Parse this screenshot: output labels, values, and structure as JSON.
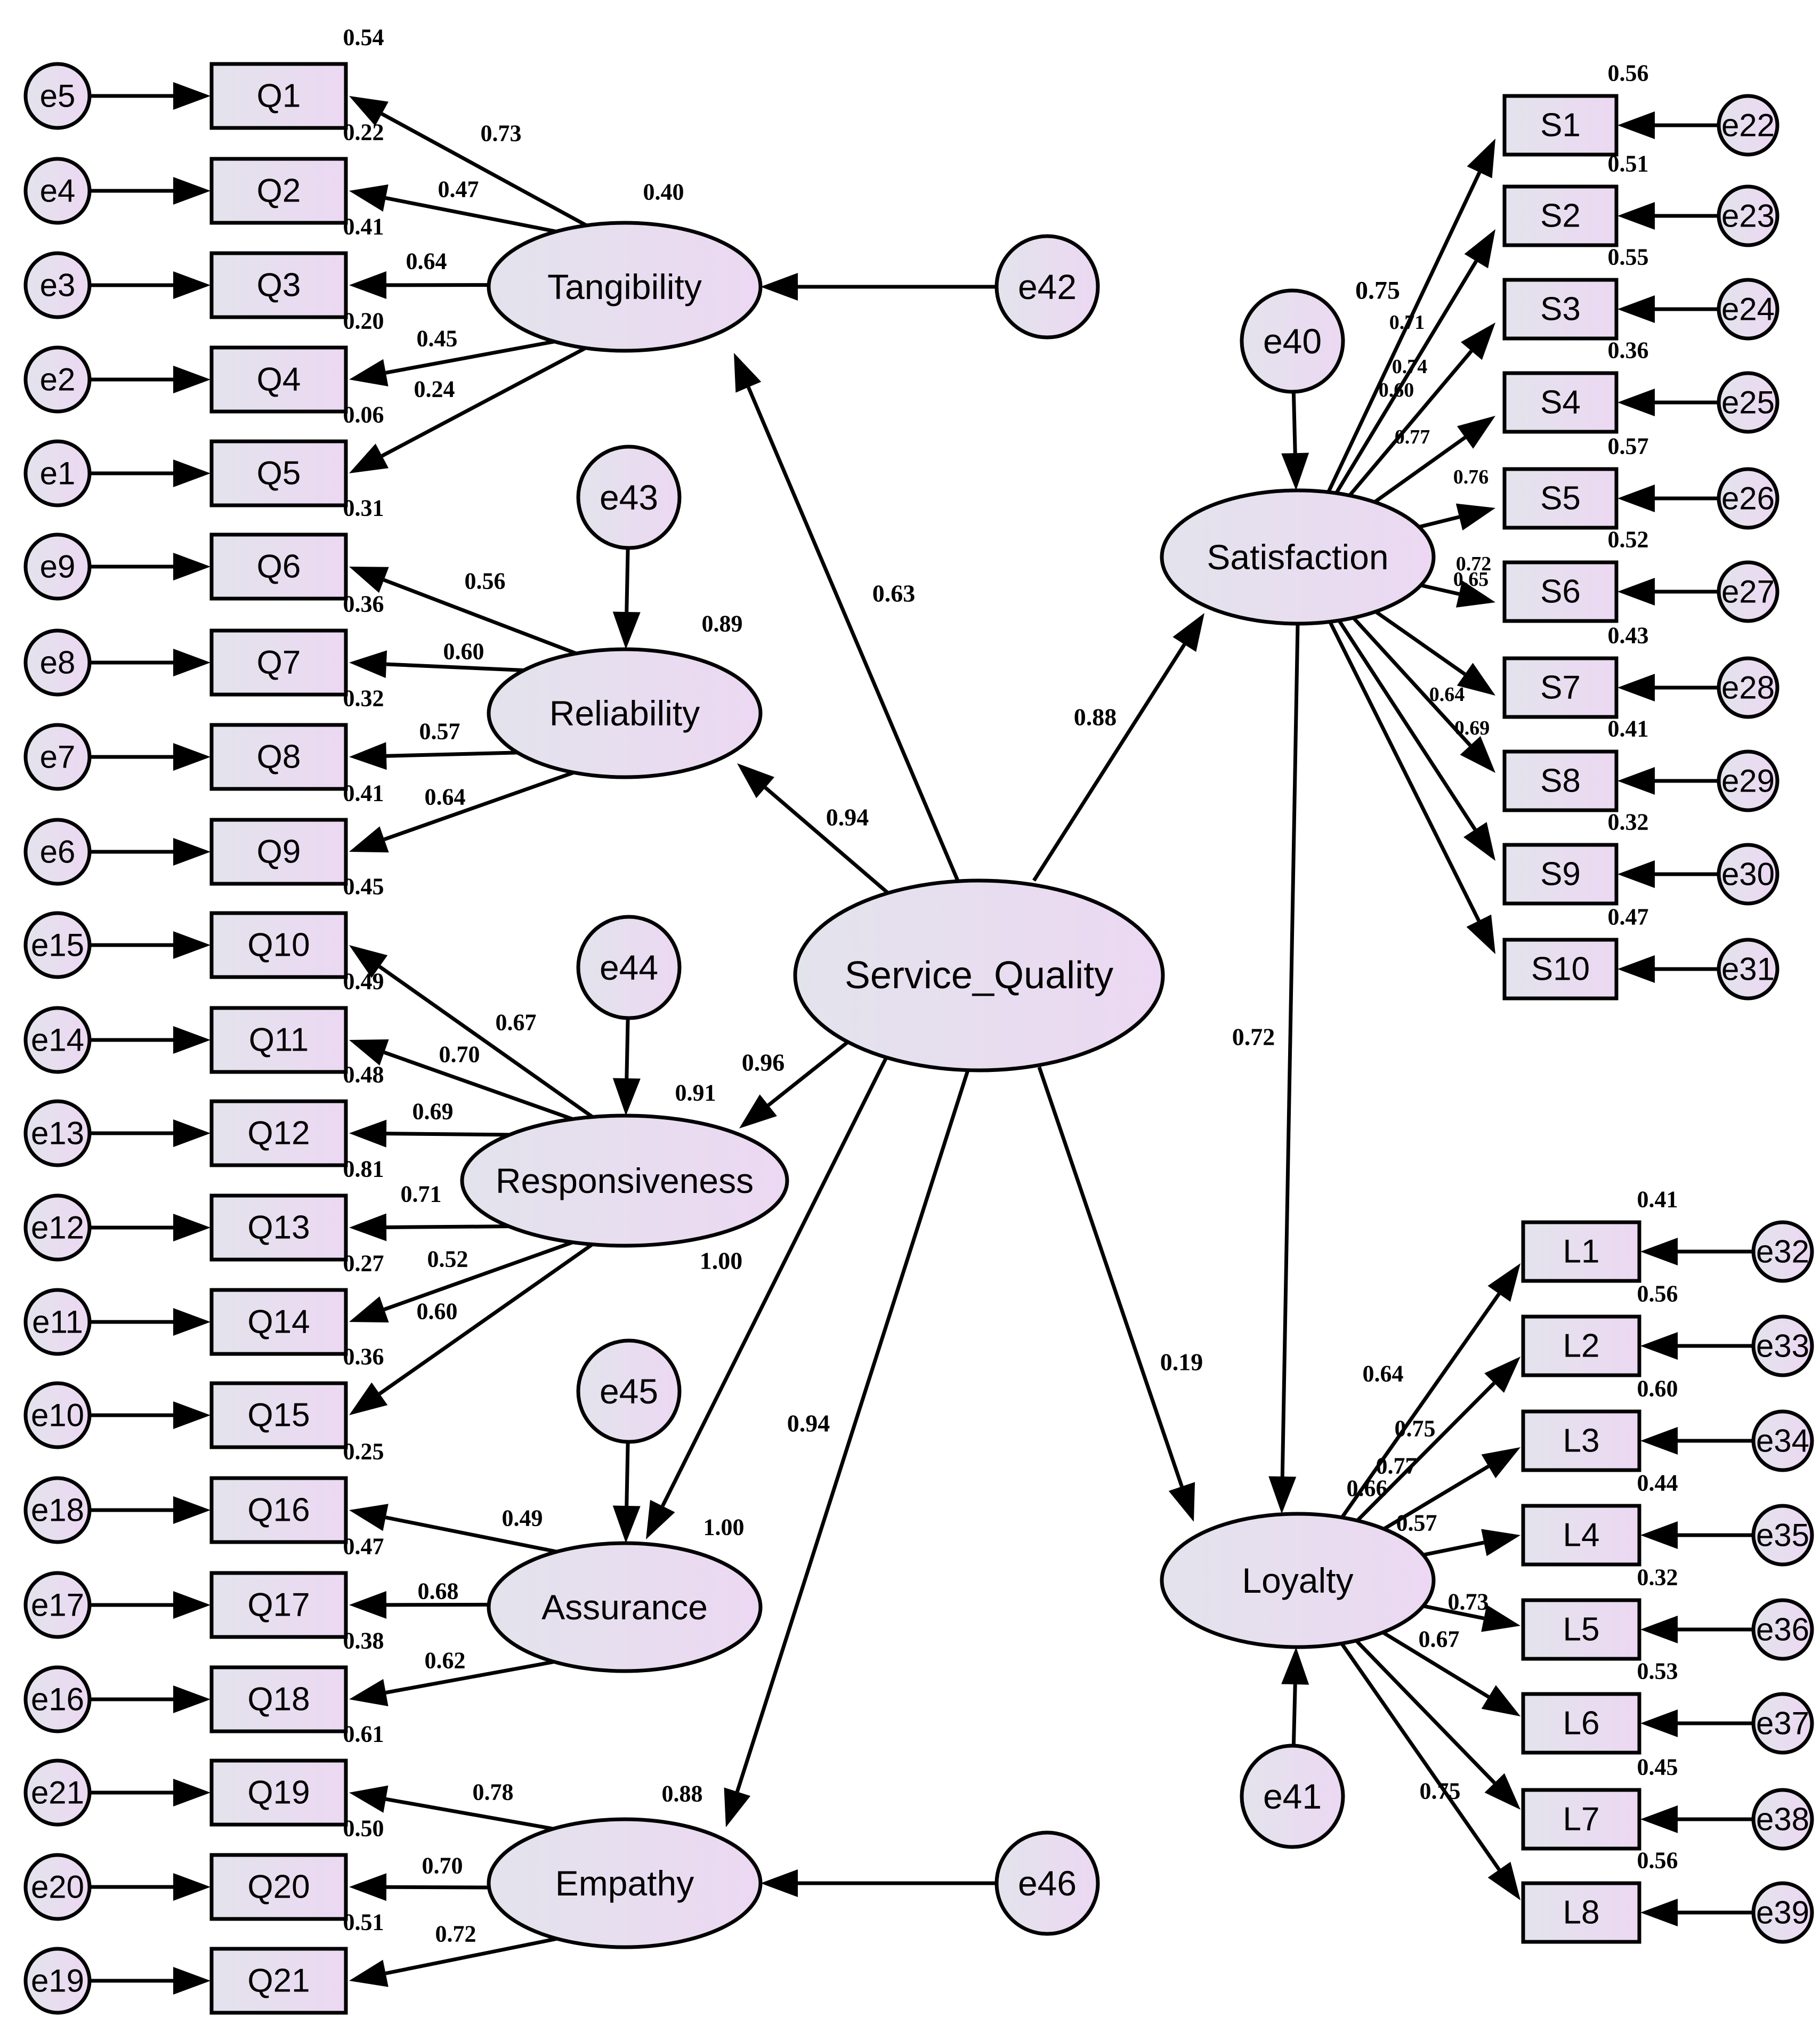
{
  "colors": {
    "node_fill_start": "#e3e3ec",
    "node_fill_end": "#ecd8f2",
    "stroke": "#000000",
    "text": "#000000"
  },
  "diagram": {
    "latent_variables": [
      {
        "id": "service_quality",
        "label": "Service_Quality"
      },
      {
        "id": "tangibility",
        "label": "Tangibility",
        "r2": "0.40"
      },
      {
        "id": "reliability",
        "label": "Reliability",
        "r2": "0.89"
      },
      {
        "id": "responsiveness",
        "label": "Responsiveness",
        "r2": "0.91"
      },
      {
        "id": "assurance",
        "label": "Assurance",
        "r2": "1.00"
      },
      {
        "id": "empathy",
        "label": "Empathy",
        "r2": "0.88"
      },
      {
        "id": "satisfaction",
        "label": "Satisfaction"
      },
      {
        "id": "loyalty",
        "label": "Loyalty"
      }
    ],
    "observed_variables": [
      {
        "id": "Q1",
        "label": "Q1",
        "r2": "0.54",
        "error": "e5",
        "loading": "0.73"
      },
      {
        "id": "Q2",
        "label": "Q2",
        "r2": "0.22",
        "error": "e4",
        "loading": "0.47"
      },
      {
        "id": "Q3",
        "label": "Q3",
        "r2": "0.41",
        "error": "e3",
        "loading": "0.64"
      },
      {
        "id": "Q4",
        "label": "Q4",
        "r2": "0.20",
        "error": "e2",
        "loading": "0.45"
      },
      {
        "id": "Q5",
        "label": "Q5",
        "r2": "0.06",
        "error": "e1",
        "loading": "0.24"
      },
      {
        "id": "Q6",
        "label": "Q6",
        "r2": "0.31",
        "error": "e9",
        "loading": "0.56"
      },
      {
        "id": "Q7",
        "label": "Q7",
        "r2": "0.36",
        "error": "e8",
        "loading": "0.60"
      },
      {
        "id": "Q8",
        "label": "Q8",
        "r2": "0.32",
        "error": "e7",
        "loading": "0.57"
      },
      {
        "id": "Q9",
        "label": "Q9",
        "r2": "0.41",
        "error": "e6",
        "loading": "0.64"
      },
      {
        "id": "Q10",
        "label": "Q10",
        "r2": "0.45",
        "error": "e15",
        "loading": "0.67"
      },
      {
        "id": "Q11",
        "label": "Q11",
        "r2": "0.49",
        "error": "e14",
        "loading": "0.70"
      },
      {
        "id": "Q12",
        "label": "Q12",
        "r2": "0.48",
        "error": "e13",
        "loading": "0.69"
      },
      {
        "id": "Q13",
        "label": "Q13",
        "r2": "0.81",
        "error": "e12",
        "loading": "0.71"
      },
      {
        "id": "Q14",
        "label": "Q14",
        "r2": "0.27",
        "error": "e11",
        "loading": "0.52"
      },
      {
        "id": "Q15",
        "label": "Q15",
        "r2": "0.36",
        "error": "e10",
        "loading": "0.60"
      },
      {
        "id": "Q16",
        "label": "Q16",
        "r2": "0.25",
        "error": "e18",
        "loading": "0.49"
      },
      {
        "id": "Q17",
        "label": "Q17",
        "r2": "0.47",
        "error": "e17",
        "loading": "0.68"
      },
      {
        "id": "Q18",
        "label": "Q18",
        "r2": "0.38",
        "error": "e16",
        "loading": "0.62"
      },
      {
        "id": "Q19",
        "label": "Q19",
        "r2": "0.61",
        "error": "e21",
        "loading": "0.78"
      },
      {
        "id": "Q20",
        "label": "Q20",
        "r2": "0.50",
        "error": "e20",
        "loading": "0.70"
      },
      {
        "id": "Q21",
        "label": "Q21",
        "r2": "0.51",
        "error": "e19",
        "loading": "0.72"
      },
      {
        "id": "S1",
        "label": "S1",
        "r2": "0.56",
        "error": "e22",
        "loading": "0.75"
      },
      {
        "id": "S2",
        "label": "S2",
        "r2": "0.51",
        "error": "e23",
        "loading": "0.71"
      },
      {
        "id": "S3",
        "label": "S3",
        "r2": "0.55",
        "error": "e24",
        "loading": "0.74"
      },
      {
        "id": "S4",
        "label": "S4",
        "r2": "0.36",
        "error": "e25",
        "loading": "0.60"
      },
      {
        "id": "S5",
        "label": "S5",
        "r2": "0.57",
        "error": "e26",
        "loading": "0.77"
      },
      {
        "id": "S6",
        "label": "S6",
        "r2": "0.52",
        "error": "e27",
        "loading": "0.76"
      },
      {
        "id": "S7",
        "label": "S7",
        "r2": "0.43",
        "error": "e28",
        "loading": "0.72"
      },
      {
        "id": "S8",
        "label": "S8",
        "r2": "0.41",
        "error": "e29",
        "loading": "0.65"
      },
      {
        "id": "S9",
        "label": "S9",
        "r2": "0.32",
        "error": "e30",
        "loading": "0.64"
      },
      {
        "id": "S10",
        "label": "S10",
        "r2": "0.47",
        "error": "e31",
        "loading": "0.69"
      },
      {
        "id": "L1",
        "label": "L1",
        "r2": "0.41",
        "error": "e32",
        "loading": "0.64"
      },
      {
        "id": "L2",
        "label": "L2",
        "r2": "0.56",
        "error": "e33",
        "loading": "0.75"
      },
      {
        "id": "L3",
        "label": "L3",
        "r2": "0.60",
        "error": "e34",
        "loading": "0.77"
      },
      {
        "id": "L4",
        "label": "L4",
        "r2": "0.44",
        "error": "e35",
        "loading": "0.66"
      },
      {
        "id": "L5",
        "label": "L5",
        "r2": "0.32",
        "error": "e36",
        "loading": "0.57"
      },
      {
        "id": "L6",
        "label": "L6",
        "r2": "0.53",
        "error": "e37",
        "loading": "0.73"
      },
      {
        "id": "L7",
        "label": "L7",
        "r2": "0.45",
        "error": "e38",
        "loading": "0.67"
      },
      {
        "id": "L8",
        "label": "L8",
        "r2": "0.56",
        "error": "e39",
        "loading": "0.75"
      }
    ],
    "latent_errors": [
      {
        "id": "e42",
        "label": "e42",
        "target": "tangibility"
      },
      {
        "id": "e43",
        "label": "e43",
        "target": "reliability"
      },
      {
        "id": "e44",
        "label": "e44",
        "target": "responsiveness"
      },
      {
        "id": "e45",
        "label": "e45",
        "target": "assurance"
      },
      {
        "id": "e46",
        "label": "e46",
        "target": "empathy"
      },
      {
        "id": "e40",
        "label": "e40",
        "target": "satisfaction"
      },
      {
        "id": "e41",
        "label": "e41",
        "target": "loyalty"
      }
    ],
    "structural_paths": [
      {
        "from": "service_quality",
        "to": "tangibility",
        "coef": "0.63"
      },
      {
        "from": "service_quality",
        "to": "reliability",
        "coef": "0.94"
      },
      {
        "from": "service_quality",
        "to": "responsiveness",
        "coef": "0.96"
      },
      {
        "from": "service_quality",
        "to": "assurance",
        "coef": "1.00"
      },
      {
        "from": "service_quality",
        "to": "empathy",
        "coef": "0.94"
      },
      {
        "from": "service_quality",
        "to": "satisfaction",
        "coef": "0.88"
      },
      {
        "from": "service_quality",
        "to": "loyalty",
        "coef": "0.19"
      },
      {
        "from": "satisfaction",
        "to": "loyalty",
        "coef": "0.72"
      }
    ]
  }
}
